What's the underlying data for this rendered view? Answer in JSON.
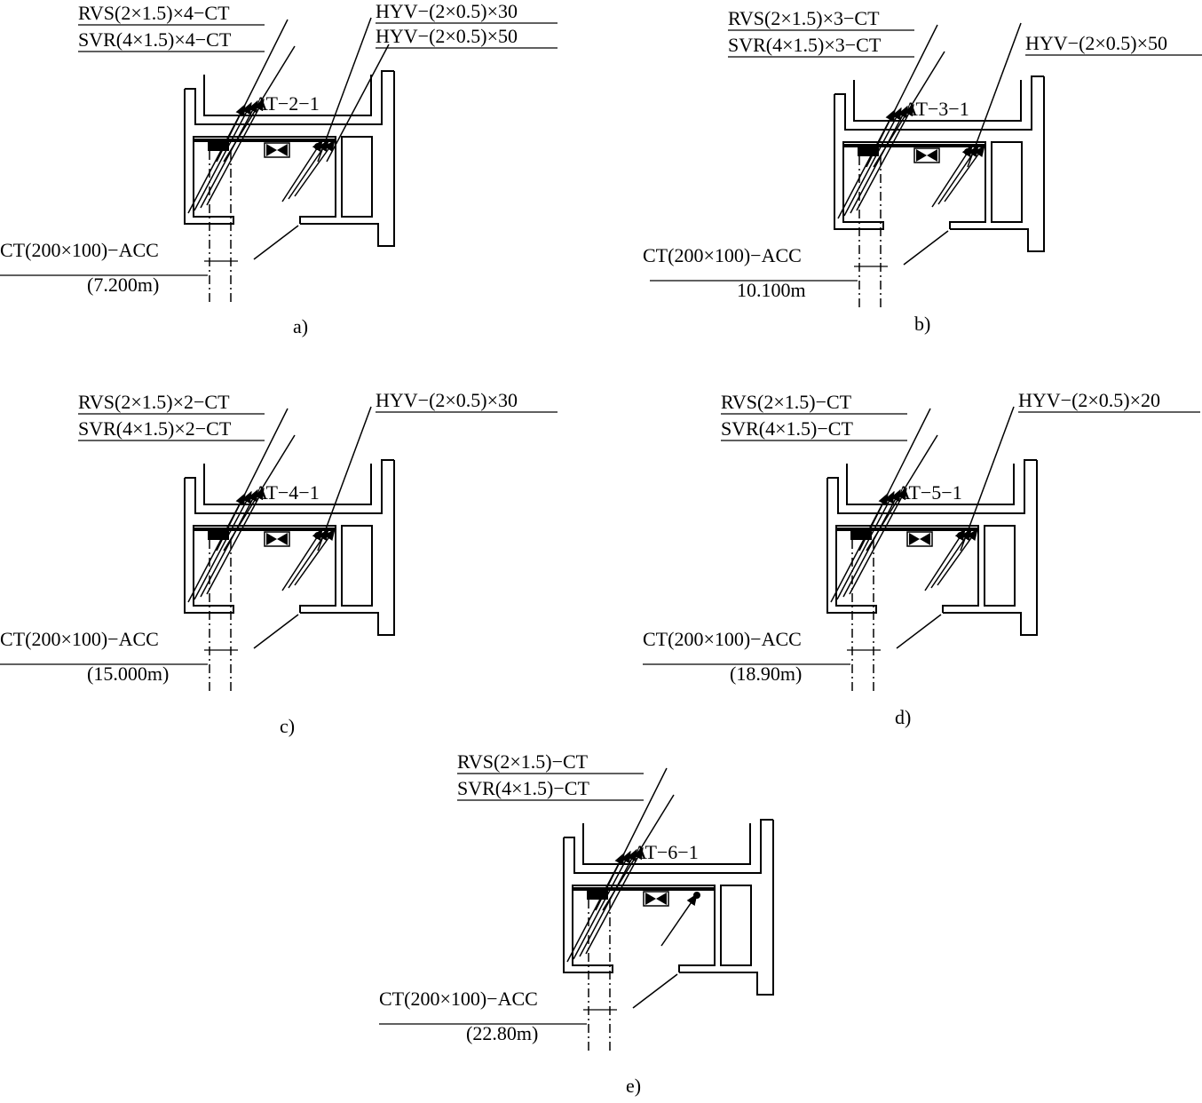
{
  "panels": [
    {
      "id": "a",
      "caption": "a)",
      "box_label": "AT−2−1",
      "left_labels": [
        "RVS(2×1.5)×4−CT",
        "SVR(4×1.5)×4−CT"
      ],
      "right_labels": [
        "HYV−(2×0.5)×30",
        "HYV−(2×0.5)×50"
      ],
      "tray_label": "CT(200×100)−ACC",
      "elevation": "(7.200m)"
    },
    {
      "id": "b",
      "caption": "b)",
      "box_label": "AT−3−1",
      "left_labels": [
        "RVS(2×1.5)×3−CT",
        "SVR(4×1.5)×3−CT"
      ],
      "right_labels": [
        "HYV−(2×0.5)×50"
      ],
      "tray_label": "CT(200×100)−ACC",
      "elevation": "10.100m"
    },
    {
      "id": "c",
      "caption": "c)",
      "box_label": "AT−4−1",
      "left_labels": [
        "RVS(2×1.5)×2−CT",
        "SVR(4×1.5)×2−CT"
      ],
      "right_labels": [
        "HYV−(2×0.5)×30"
      ],
      "tray_label": "CT(200×100)−ACC",
      "elevation": "(15.000m)"
    },
    {
      "id": "d",
      "caption": "d)",
      "box_label": "AT−5−1",
      "left_labels": [
        "RVS(2×1.5)−CT",
        "SVR(4×1.5)−CT"
      ],
      "right_labels": [
        "HYV−(2×0.5)×20"
      ],
      "tray_label": "CT(200×100)−ACC",
      "elevation": "(18.90m)"
    },
    {
      "id": "e",
      "caption": "e)",
      "box_label": "AT−6−1",
      "left_labels": [
        "RVS(2×1.5)−CT",
        "SVR(4×1.5)−CT"
      ],
      "right_labels": [],
      "tray_label": "CT(200×100)−ACC",
      "elevation": "(22.80m)"
    }
  ]
}
